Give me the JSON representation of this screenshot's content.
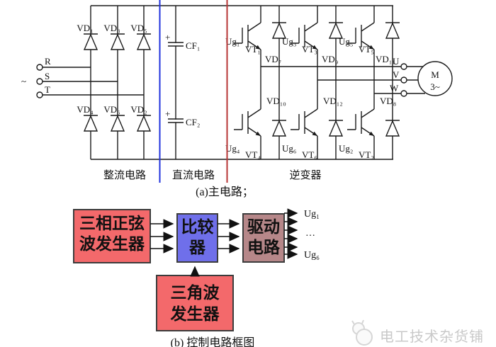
{
  "main_circuit": {
    "caption": "(a)主电路；",
    "ac_symbol": "~",
    "inputs": [
      "R",
      "S",
      "T"
    ],
    "section_labels": {
      "rectifier": "整流电路",
      "dc": "直流电路",
      "inverter": "逆变器"
    },
    "rect_diodes_top": [
      "VD₁",
      "VD₃",
      "VD₅"
    ],
    "rect_diodes_bottom": [
      "VD₄",
      "VD₆",
      "VD₂"
    ],
    "dc_link": {
      "plus": "+",
      "c1": "CF₁",
      "c2": "CF₂"
    },
    "inverter_top": [
      {
        "gate": "Ug₁",
        "tr": "VT₁",
        "diode": "VD₇"
      },
      {
        "gate": "Ug₃",
        "tr": "VT₃",
        "diode": "VD₉"
      },
      {
        "gate": "Ug₅",
        "tr": "VT₅",
        "diode": "VD₁₁"
      }
    ],
    "inverter_bottom": [
      {
        "gate": "Ug₄",
        "tr": "VT₄",
        "diode": "VD₁₀"
      },
      {
        "gate": "Ug₆",
        "tr": "VT₆",
        "diode": "VD₁₂"
      },
      {
        "gate": "Ug₂",
        "tr": "VT₂",
        "diode": "VD₈"
      }
    ],
    "outputs": [
      "U",
      "V",
      "W"
    ],
    "motor": {
      "m": "M",
      "ph": "3~"
    }
  },
  "control_diagram": {
    "caption": "(b) 控制电路框图",
    "sine_line1": "三相正弦",
    "sine_line2": "波发生器",
    "comp_line1": "比较",
    "comp_line2": "器",
    "drive_line1": "驱动",
    "drive_line2": "电路",
    "tri_line1": "三角波",
    "tri_line2": "发生器",
    "out_top": "Ug₁",
    "out_dots": "…",
    "out_bottom": "Ug₆"
  },
  "watermark": {
    "text": "电工技术杂货铺"
  },
  "colors": {
    "generator_box": "#f3696b",
    "comparator_box": "#6f6fea",
    "drive_box": "#b68789",
    "divider_blue": "#2233dd",
    "divider_red": "#b73636",
    "watermark_gray": "#c9c9c9"
  }
}
